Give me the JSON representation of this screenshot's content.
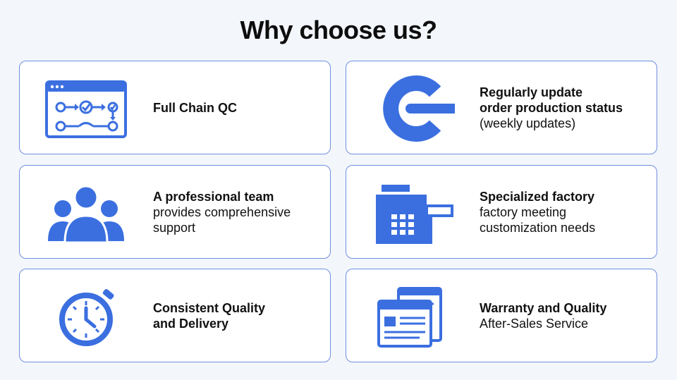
{
  "title": "Why choose us?",
  "colors": {
    "accent": "#3b6fe0",
    "border": "#6f8fe0",
    "background": "#f3f6fb"
  },
  "cards": [
    {
      "icon": "qc-flow-icon",
      "lines": [
        {
          "text": "Full Chain QC",
          "weight": "bold"
        }
      ]
    },
    {
      "icon": "status-update-icon",
      "lines": [
        {
          "text": "Regularly update",
          "weight": "bold"
        },
        {
          "text": "order production status",
          "weight": "bold"
        },
        {
          "text": "(weekly updates)",
          "weight": "normal"
        }
      ]
    },
    {
      "icon": "team-icon",
      "lines": [
        {
          "text": "A professional team",
          "weight": "bold"
        },
        {
          "text": "provides comprehensive",
          "weight": "normal"
        },
        {
          "text": "support",
          "weight": "normal"
        }
      ]
    },
    {
      "icon": "factory-icon",
      "lines": [
        {
          "text": "Specialized factory",
          "weight": "bold"
        },
        {
          "text": "factory meeting",
          "weight": "normal"
        },
        {
          "text": "customization needs",
          "weight": "normal"
        }
      ]
    },
    {
      "icon": "clock-icon",
      "lines": [
        {
          "text": "Consistent Quality",
          "weight": "bold"
        },
        {
          "text": "and Delivery",
          "weight": "bold"
        }
      ]
    },
    {
      "icon": "after-sales-window-icon",
      "lines": [
        {
          "text": "Warranty and Quality",
          "weight": "bold"
        },
        {
          "text": "After-Sales Service",
          "weight": "normal"
        }
      ]
    }
  ]
}
